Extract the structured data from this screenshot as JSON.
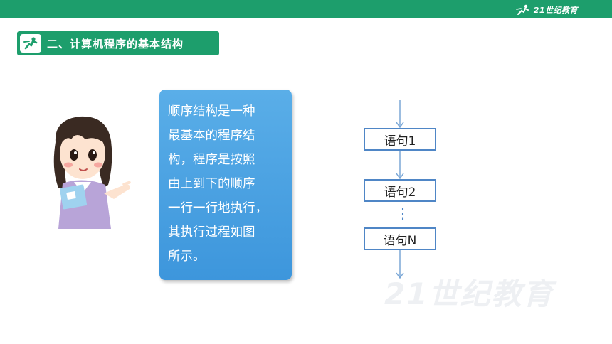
{
  "header": {
    "logo_text": "21世纪教育",
    "bar_color": "#1d9e6c"
  },
  "section": {
    "title": "二、计算机程序的基本结构",
    "icon": "runner-icon"
  },
  "bubble": {
    "text": "顺序结构是一种\n最基本的程序结\n构，程序是按照\n由上到下的顺序\n一行一行地执行，\n其执行过程如图\n所示。",
    "color": "#4aa3e3"
  },
  "flowchart": {
    "steps": [
      "语句1",
      "语句2",
      "语句N"
    ],
    "ellipsis": "⋮",
    "line_color": "#7aa7d6",
    "box_border": "#4f86c6"
  },
  "watermark": {
    "text": "21世纪教育"
  }
}
